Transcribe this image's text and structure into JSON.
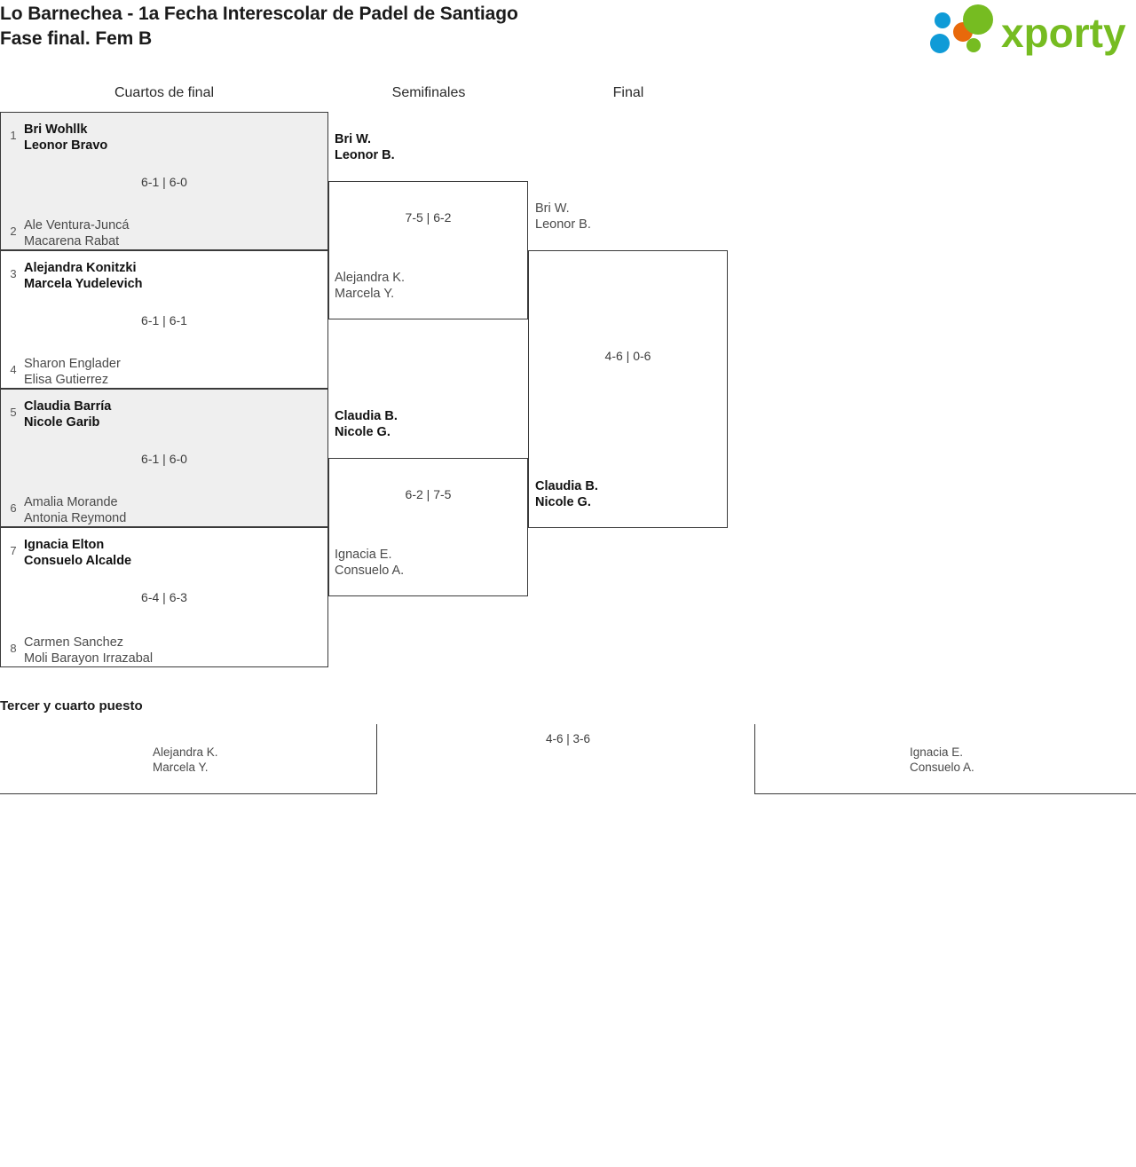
{
  "header": {
    "title_line_1": "Lo Barnechea - 1a Fecha Interescolar de Padel de Santiago",
    "title_line_2": "Fase final. Fem B",
    "logo_text": "xporty",
    "logo_colors": {
      "green": "#76bc21",
      "orange": "#e8690b",
      "blue": "#0f9bd7"
    }
  },
  "rounds": [
    {
      "label": "Cuartos de final"
    },
    {
      "label": "Semifinales"
    },
    {
      "label": "Final"
    }
  ],
  "quarterfinals": [
    {
      "shaded": true,
      "top": {
        "seed": "1",
        "player1": "Bri Wohllk",
        "player2": "Leonor Bravo",
        "winner": true
      },
      "bottom": {
        "seed": "2",
        "player1": "Ale Ventura-Juncá",
        "player2": "Macarena Rabat",
        "winner": false
      },
      "score": "6-1 | 6-0"
    },
    {
      "shaded": false,
      "top": {
        "seed": "3",
        "player1": "Alejandra Konitzki",
        "player2": "Marcela Yudelevich",
        "winner": true
      },
      "bottom": {
        "seed": "4",
        "player1": "Sharon Englader",
        "player2": "Elisa Gutierrez",
        "winner": false
      },
      "score": "6-1 | 6-1"
    },
    {
      "shaded": true,
      "top": {
        "seed": "5",
        "player1": "Claudia Barría",
        "player2": "Nicole Garib",
        "winner": true
      },
      "bottom": {
        "seed": "6",
        "player1": "Amalia Morande",
        "player2": "Antonia Reymond",
        "winner": false
      },
      "score": "6-1 | 6-0"
    },
    {
      "shaded": false,
      "top": {
        "seed": "7",
        "player1": "Ignacia Elton",
        "player2": "Consuelo Alcalde",
        "winner": true
      },
      "bottom": {
        "seed": "8",
        "player1": "Carmen Sanchez",
        "player2": "Moli Barayon Irrazabal",
        "winner": false
      },
      "score": "6-4 | 6-3"
    }
  ],
  "semifinals": [
    {
      "top": {
        "player1": "Bri W.",
        "player2": "Leonor B.",
        "winner": true
      },
      "bottom": {
        "player1": "Alejandra K.",
        "player2": "Marcela Y.",
        "winner": false
      },
      "score": "7-5 | 6-2"
    },
    {
      "top": {
        "player1": "Claudia B.",
        "player2": "Nicole G.",
        "winner": true
      },
      "bottom": {
        "player1": "Ignacia E.",
        "player2": "Consuelo A.",
        "winner": false
      },
      "score": "6-2 | 7-5"
    }
  ],
  "final": {
    "top": {
      "player1": "Bri W.",
      "player2": "Leonor B.",
      "winner": false
    },
    "bottom": {
      "player1": "Claudia B.",
      "player2": "Nicole G.",
      "winner": true
    },
    "score": "4-6 | 0-6"
  },
  "third_place": {
    "title": "Tercer y cuarto puesto",
    "left": {
      "player1": "Alejandra K.",
      "player2": "Marcela Y."
    },
    "right": {
      "player1": "Ignacia E.",
      "player2": "Consuelo A."
    },
    "score": "4-6 | 3-6"
  }
}
